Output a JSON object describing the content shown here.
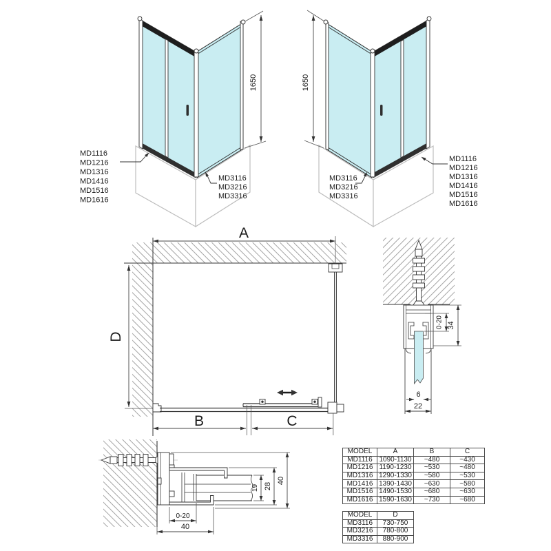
{
  "drawing_left": {
    "height_dim": "1650",
    "door_models": [
      "MD1116",
      "MD1216",
      "MD1316",
      "MD1416",
      "MD1516",
      "MD1616"
    ],
    "side_models": [
      "MD3116",
      "MD3216",
      "MD3316"
    ]
  },
  "drawing_right": {
    "height_dim": "1650",
    "side_models": [
      "MD3116",
      "MD3216",
      "MD3316"
    ],
    "door_models": [
      "MD1116",
      "MD1216",
      "MD1316",
      "MD1416",
      "MD1516",
      "MD1616"
    ]
  },
  "plan": {
    "dim_width": "A",
    "dim_fixed": "B",
    "dim_slide": "C",
    "dim_depth": "D"
  },
  "wall_section": {
    "adjust_range": "0-20",
    "profile_height": "34",
    "glass_thickness": "6",
    "profile_width": "22"
  },
  "floor_section": {
    "adjust_range": "0-20",
    "profile_depth": "40",
    "inner_width": "19",
    "channel_width": "28",
    "total_width": "40"
  },
  "tables": {
    "door_sizes": {
      "headers": [
        "MODEL",
        "A",
        "B",
        "C"
      ],
      "rows": [
        [
          "MD1116",
          "1090-1130",
          "~480",
          "~430"
        ],
        [
          "MD1216",
          "1190-1230",
          "~530",
          "~480"
        ],
        [
          "MD1316",
          "1290-1330",
          "~580",
          "~530"
        ],
        [
          "MD1416",
          "1390-1430",
          "~630",
          "~580"
        ],
        [
          "MD1516",
          "1490-1530",
          "~680",
          "~630"
        ],
        [
          "MD1616",
          "1590-1630",
          "~730",
          "~680"
        ]
      ]
    },
    "side_sizes": {
      "headers": [
        "MODEL",
        "D"
      ],
      "rows": [
        [
          "MD3116",
          "730-750"
        ],
        [
          "MD3216",
          "780-800"
        ],
        [
          "MD3316",
          "880-900"
        ]
      ]
    }
  },
  "colors": {
    "glass": "#c9edf2",
    "line": "#333333",
    "tray": "#bdbdbd",
    "hatch": "#8d8d8d"
  }
}
